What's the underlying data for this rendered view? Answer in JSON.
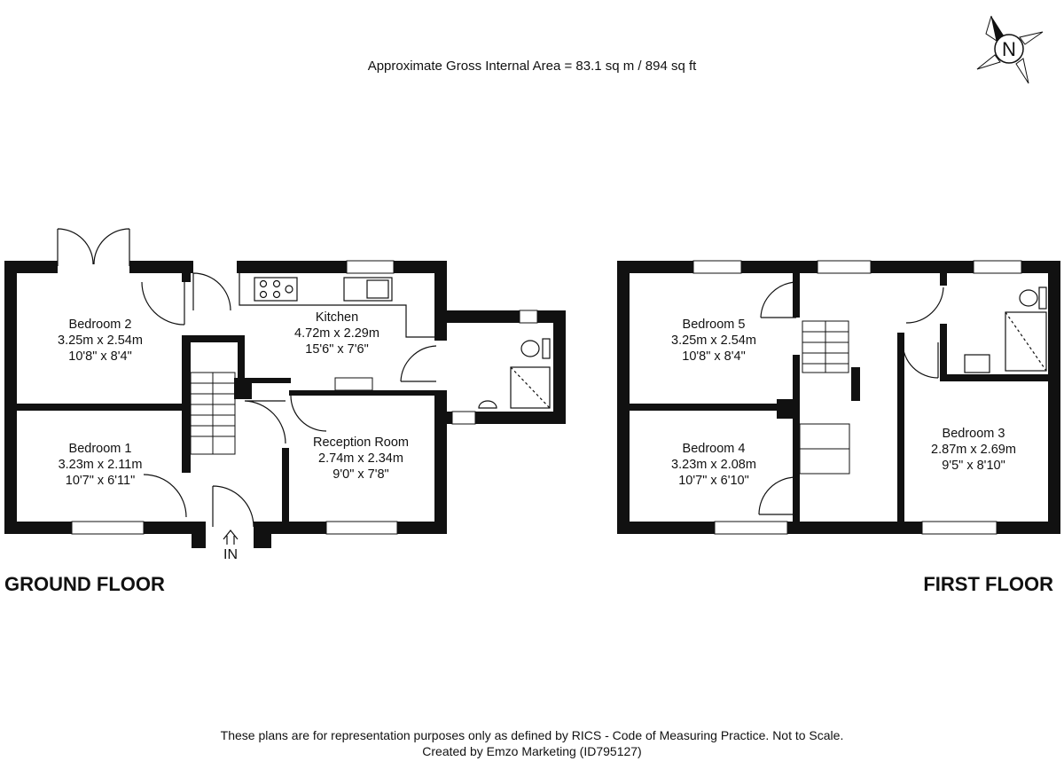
{
  "header": {
    "area": "Approximate Gross Internal Area = 83.1 sq m / 894 sq ft"
  },
  "compass": {
    "letter": "N"
  },
  "ground_floor": {
    "title": "GROUND FLOOR",
    "entrance": "IN",
    "rooms": [
      {
        "name": "Bedroom 2",
        "metric": "3.25m x 2.54m",
        "imperial": "10'8\" x 8'4\""
      },
      {
        "name": "Kitchen",
        "metric": "4.72m x 2.29m",
        "imperial": "15'6\" x 7'6\""
      },
      {
        "name": "Bedroom 1",
        "metric": "3.23m x 2.11m",
        "imperial": "10'7\" x 6'11\""
      },
      {
        "name": "Reception Room",
        "metric": "2.74m x 2.34m",
        "imperial": "9'0\" x 7'8\""
      }
    ]
  },
  "first_floor": {
    "title": "FIRST FLOOR",
    "rooms": [
      {
        "name": "Bedroom 5",
        "metric": "3.25m x 2.54m",
        "imperial": "10'8\" x 8'4\""
      },
      {
        "name": "Bedroom 4",
        "metric": "3.23m x 2.08m",
        "imperial": "10'7\" x 6'10\""
      },
      {
        "name": "Bedroom 3",
        "metric": "2.87m x 2.69m",
        "imperial": "9'5\" x 8'10\""
      }
    ]
  },
  "footer": {
    "line1": "These plans are for representation purposes only as defined by RICS - Code of Measuring Practice. Not to Scale.",
    "line2": "Created by Emzo Marketing (ID795127)"
  }
}
